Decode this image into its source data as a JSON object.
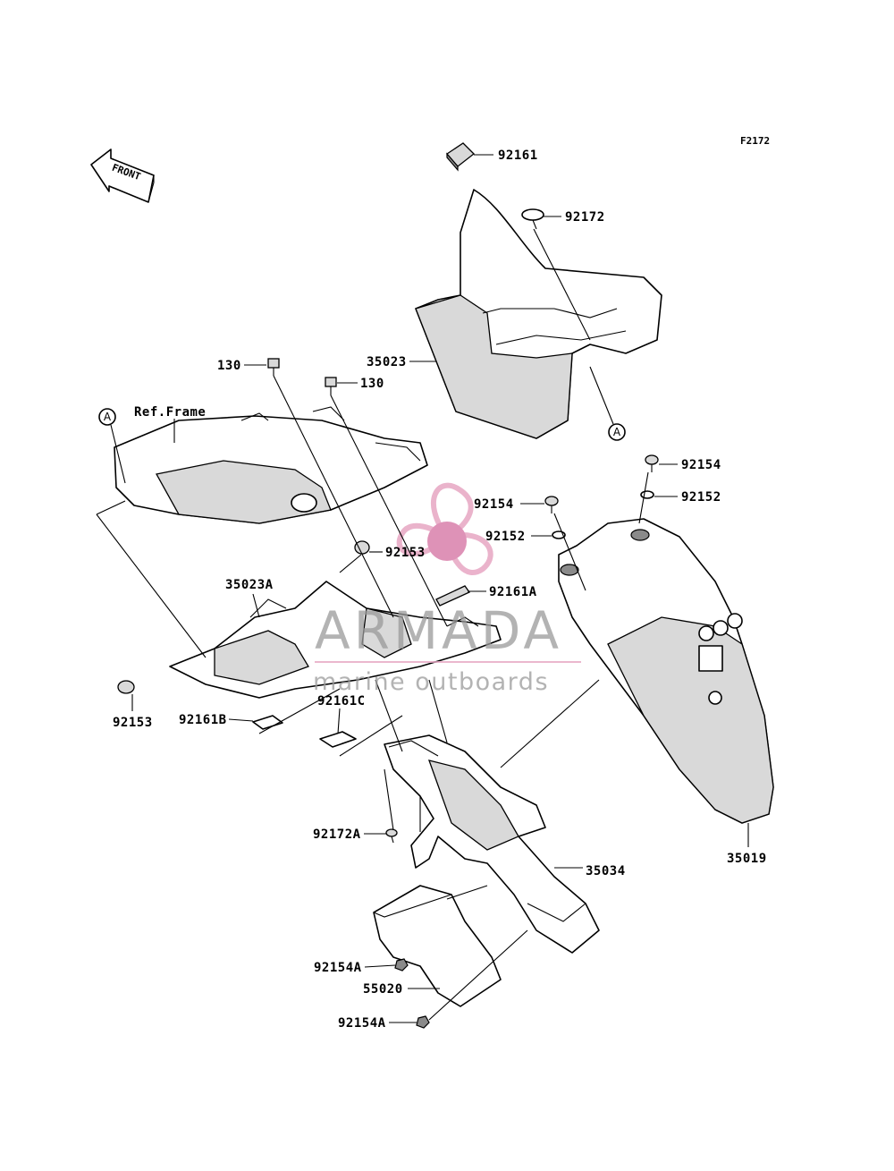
{
  "diagram_code": "F2172",
  "front_arrow_label": "FRONT",
  "ref_label": "Ref.Frame",
  "callout_ref": "A",
  "watermark": {
    "brand": "ARMADA",
    "tagline": "marine outboards",
    "accent": "#e7a6c3",
    "accent_dark": "#d980ab"
  },
  "part_labels": {
    "p92161": "92161",
    "p92172": "92172",
    "p35023": "35023",
    "p130a": "130",
    "p130b": "130",
    "p92154a": "92154",
    "p92152a": "92152",
    "p92154b": "92154",
    "p92152b": "92152",
    "p92153a": "92153",
    "p92161A": "92161A",
    "p35023A": "35023A",
    "p92153b": "92153",
    "p92161B": "92161B",
    "p92161C": "92161C",
    "p92172A": "92172A",
    "p35034": "35034",
    "p35019": "35019",
    "p92154A1": "92154A",
    "p55020": "55020",
    "p92154A2": "92154A"
  }
}
